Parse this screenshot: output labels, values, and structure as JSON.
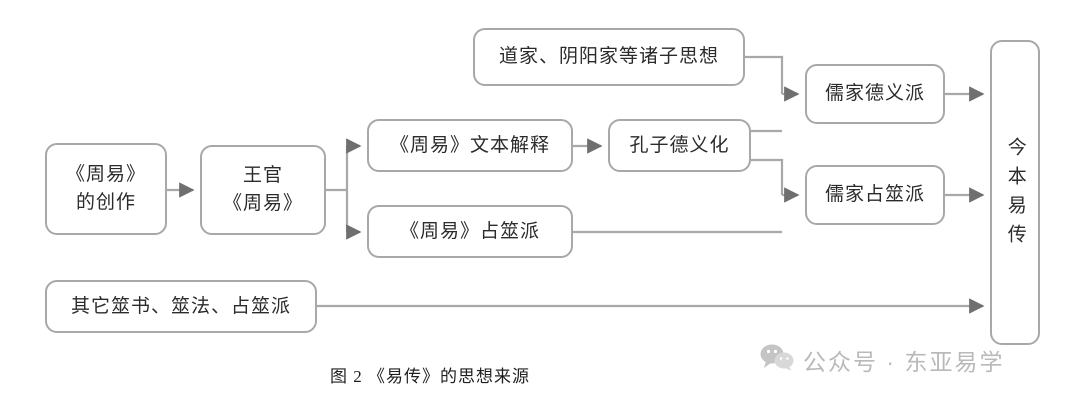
{
  "figure": {
    "caption": "图 2  《易传》的思想来源",
    "caption_number": "图 2",
    "caption_title": "《易传》的思想来源",
    "type": "flowchart",
    "line_color": "#a8a8a8",
    "text_color": "#2b2b2b",
    "background": "#ffffff"
  },
  "nodes": {
    "creation": {
      "label": "《周易》\n的创作"
    },
    "wangguan": {
      "label": "王官\n《周易》"
    },
    "daojia": {
      "label": "道家、阴阳家等诸子思想"
    },
    "text_exp": {
      "label": "《周易》文本解释"
    },
    "kongzi": {
      "label": "孔子德义化"
    },
    "zhanshi": {
      "label": "《周易》占筮派"
    },
    "ru_deyi": {
      "label": "儒家德义派"
    },
    "ru_zhanshi": {
      "label": "儒家占筮派"
    },
    "jinben": {
      "label": "今本易传"
    },
    "other": {
      "label": "其它筮书、筮法、占筮派"
    }
  },
  "edges": [
    {
      "from": "creation",
      "to": "wangguan"
    },
    {
      "from": "wangguan",
      "to": "text_exp"
    },
    {
      "from": "wangguan",
      "to": "zhanshi"
    },
    {
      "from": "text_exp",
      "to": "kongzi"
    },
    {
      "from": "daojia",
      "to": "ru_deyi"
    },
    {
      "from": "kongzi",
      "to": "ru_deyi"
    },
    {
      "from": "kongzi",
      "to": "ru_zhanshi"
    },
    {
      "from": "zhanshi",
      "to": "ru_zhanshi"
    },
    {
      "from": "ru_deyi",
      "to": "jinben"
    },
    {
      "from": "ru_zhanshi",
      "to": "jinben"
    },
    {
      "from": "other",
      "to": "jinben"
    }
  ],
  "watermark": {
    "icon": "wechat-icon",
    "text": "公众号 · 东亚易学",
    "color": "#b9b9b9"
  }
}
